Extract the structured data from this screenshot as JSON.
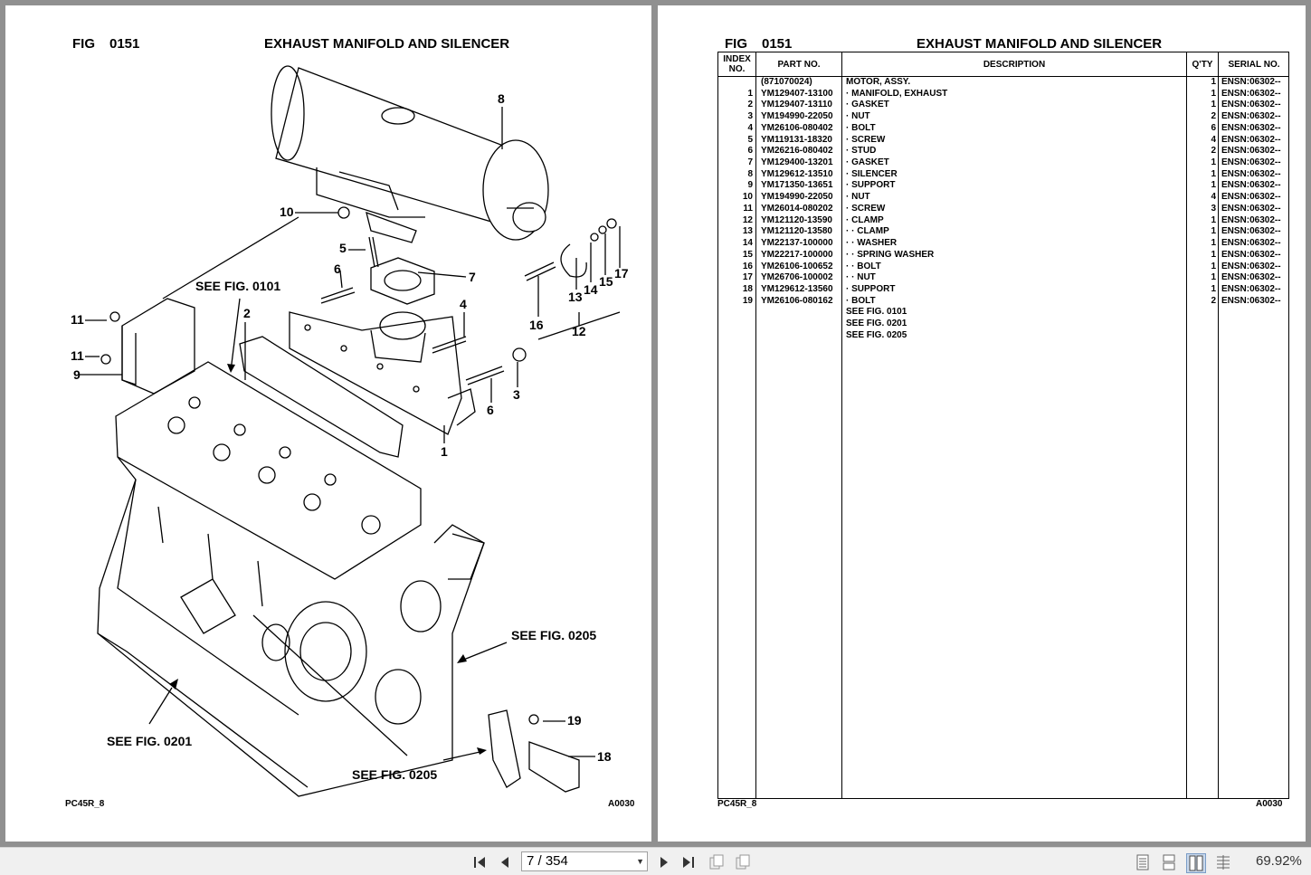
{
  "left_page": {
    "fig_label": "FIG",
    "fig_number": "0151",
    "title": "EXHAUST MANIFOLD AND SILENCER",
    "footer_left": "PC45R_8",
    "footer_right": "A0030",
    "callouts": {
      "see_fig_0101": "SEE FIG. 0101",
      "see_fig_0205_upper": "SEE FIG. 0205",
      "see_fig_0201": "SEE FIG. 0201",
      "see_fig_0205_lower": "SEE FIG. 0205"
    },
    "item_numbers": [
      "8",
      "10",
      "5",
      "6",
      "7",
      "4",
      "2",
      "11",
      "11",
      "9",
      "6",
      "3",
      "1",
      "16",
      "13",
      "14",
      "15",
      "17",
      "12",
      "19",
      "18"
    ]
  },
  "right_page": {
    "fig_label": "FIG",
    "fig_number": "0151",
    "title": "EXHAUST MANIFOLD AND SILENCER",
    "footer_left": "PC45R_8",
    "footer_right": "A0030",
    "table": {
      "headers": {
        "index": "INDEX NO.",
        "part_no": "PART NO.",
        "description": "DESCRIPTION",
        "qty": "Q'TY",
        "serial": "SERIAL NO."
      },
      "rows": [
        {
          "idx": "",
          "part": "(871070024)",
          "desc": "MOTOR, ASSY.",
          "qty": "1",
          "serial": "ENSN:06302--"
        },
        {
          "idx": "1",
          "part": "YM129407-13100",
          "desc": "·  MANIFOLD, EXHAUST",
          "qty": "1",
          "serial": "ENSN:06302--"
        },
        {
          "idx": "2",
          "part": "YM129407-13110",
          "desc": "·  GASKET",
          "qty": "1",
          "serial": "ENSN:06302--"
        },
        {
          "idx": "3",
          "part": "YM194990-22050",
          "desc": "·  NUT",
          "qty": "2",
          "serial": "ENSN:06302--"
        },
        {
          "idx": "4",
          "part": "YM26106-080402",
          "desc": "·  BOLT",
          "qty": "6",
          "serial": "ENSN:06302--"
        },
        {
          "idx": "5",
          "part": "YM119131-18320",
          "desc": "·  SCREW",
          "qty": "4",
          "serial": "ENSN:06302--"
        },
        {
          "idx": "6",
          "part": "YM26216-080402",
          "desc": "·  STUD",
          "qty": "2",
          "serial": "ENSN:06302--"
        },
        {
          "idx": "7",
          "part": "YM129400-13201",
          "desc": "·  GASKET",
          "qty": "1",
          "serial": "ENSN:06302--"
        },
        {
          "idx": "8",
          "part": "YM129612-13510",
          "desc": "·  SILENCER",
          "qty": "1",
          "serial": "ENSN:06302--"
        },
        {
          "idx": "9",
          "part": "YM171350-13651",
          "desc": "·  SUPPORT",
          "qty": "1",
          "serial": "ENSN:06302--"
        },
        {
          "idx": "10",
          "part": "YM194990-22050",
          "desc": "·  NUT",
          "qty": "4",
          "serial": "ENSN:06302--"
        },
        {
          "idx": "11",
          "part": "YM26014-080202",
          "desc": "·  SCREW",
          "qty": "3",
          "serial": "ENSN:06302--"
        },
        {
          "idx": "12",
          "part": "YM121120-13590",
          "desc": "·  CLAMP",
          "qty": "1",
          "serial": "ENSN:06302--"
        },
        {
          "idx": "13",
          "part": "YM121120-13580",
          "desc": "·  ·  CLAMP",
          "qty": "1",
          "serial": "ENSN:06302--"
        },
        {
          "idx": "14",
          "part": "YM22137-100000",
          "desc": "·  ·  WASHER",
          "qty": "1",
          "serial": "ENSN:06302--"
        },
        {
          "idx": "15",
          "part": "YM22217-100000",
          "desc": "·  ·  SPRING WASHER",
          "qty": "1",
          "serial": "ENSN:06302--"
        },
        {
          "idx": "16",
          "part": "YM26106-100652",
          "desc": "·  ·  BOLT",
          "qty": "1",
          "serial": "ENSN:06302--"
        },
        {
          "idx": "17",
          "part": "YM26706-100002",
          "desc": "·  ·  NUT",
          "qty": "1",
          "serial": "ENSN:06302--"
        },
        {
          "idx": "18",
          "part": "YM129612-13560",
          "desc": "·  SUPPORT",
          "qty": "1",
          "serial": "ENSN:06302--"
        },
        {
          "idx": "19",
          "part": "YM26106-080162",
          "desc": "·  BOLT",
          "qty": "2",
          "serial": "ENSN:06302--"
        },
        {
          "idx": "",
          "part": "",
          "desc": "SEE FIG. 0101",
          "qty": "",
          "serial": ""
        },
        {
          "idx": "",
          "part": "",
          "desc": "SEE FIG. 0201",
          "qty": "",
          "serial": ""
        },
        {
          "idx": "",
          "part": "",
          "desc": "SEE FIG. 0205",
          "qty": "",
          "serial": ""
        }
      ]
    }
  },
  "toolbar": {
    "page_indicator": "7 / 354",
    "zoom": "69.92%",
    "icons": [
      "first-page-icon",
      "previous-page-icon",
      "next-page-icon",
      "last-page-icon",
      "fit-page-icon",
      "fit-width-icon",
      "single-page-view-icon",
      "continuous-view-icon",
      "two-page-view-icon",
      "two-page-continuous-view-icon"
    ]
  }
}
